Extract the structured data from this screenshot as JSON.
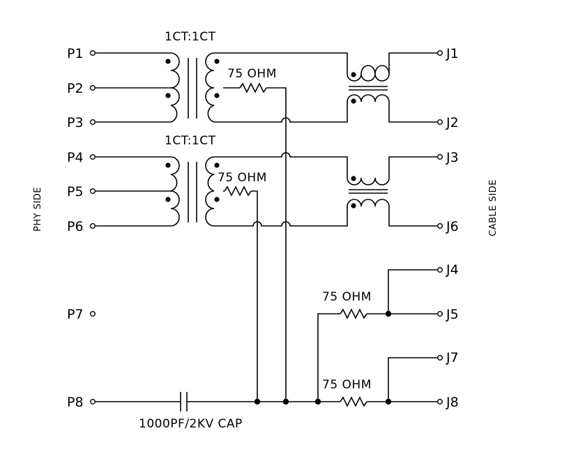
{
  "diagram": {
    "phy_pins": [
      "P1",
      "P2",
      "P3",
      "P4",
      "P5",
      "P6",
      "P7",
      "P8"
    ],
    "cable_pins": [
      "J1",
      "J2",
      "J3",
      "J6",
      "J4",
      "J5",
      "J7",
      "J8"
    ],
    "side_labels": {
      "phy": "PHY SIDE",
      "cable": "CABLE SIDE"
    },
    "transformer_ratio_top": "1CT:1CT",
    "transformer_ratio_bottom": "1CT:1CT",
    "resistor_labels": [
      "75 OHM",
      "75 OHM",
      "75 OHM",
      "75 OHM"
    ],
    "capacitor_label": "1000PF/2KV CAP"
  }
}
